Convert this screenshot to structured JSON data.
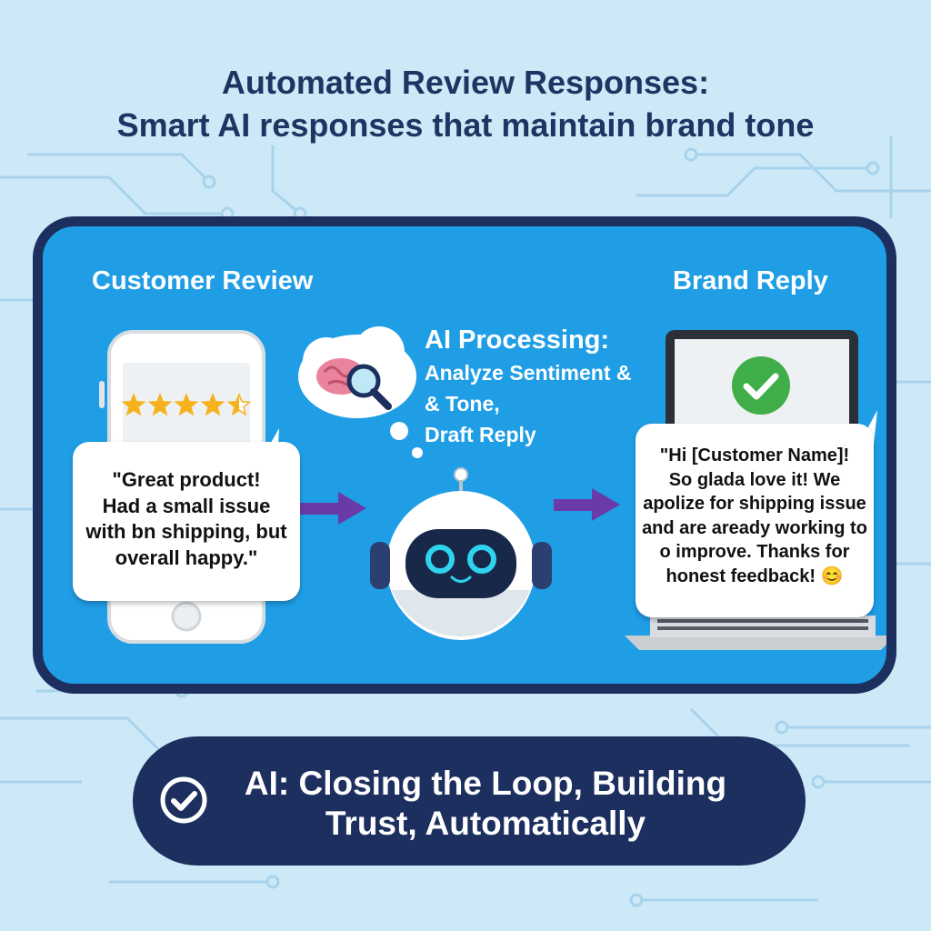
{
  "header": {
    "title": "Automated Review Responses:",
    "subtitle": "Smart AI responses that maintain brand tone"
  },
  "panel": {
    "review_label": "Customer Review",
    "reply_label": "Brand Reply",
    "processing": {
      "title": "AI Processing:",
      "lines": [
        "Analyze Sentiment &",
        "& Tone,",
        "Draft Reply"
      ]
    },
    "review": {
      "rating": 4.5,
      "rating_max": 5,
      "text_lines": [
        "\"Great product!",
        "Had a small issue",
        "with bn shipping, but",
        "overall happy.\""
      ]
    },
    "reply": {
      "text_lines": [
        "\"Hi [Customer Name]!",
        "So glada love it! We",
        "apolize for shipping issue",
        "and are aready working to",
        "o improve. Thanks for",
        "honest feedback! "
      ],
      "emoji": "😊"
    }
  },
  "banner": {
    "lines": [
      "AI: Closing the Loop, Building",
      "Trust, Automatically"
    ]
  },
  "colors": {
    "page_bg": "#cde9f7",
    "navy": "#1c2f5f",
    "panel_blue": "#1f9ee6",
    "arrow_purple": "#6a3aa8",
    "star": "#f5b21d",
    "check_green": "#3fae49",
    "robot_eye": "#2fd3ee"
  },
  "icons": {
    "phone": "smartphone-icon",
    "thought": "brain-magnifier-icon",
    "robot": "robot-icon",
    "laptop": "laptop-icon",
    "check": "check-circle-icon",
    "arrow": "arrow-right-icon"
  }
}
